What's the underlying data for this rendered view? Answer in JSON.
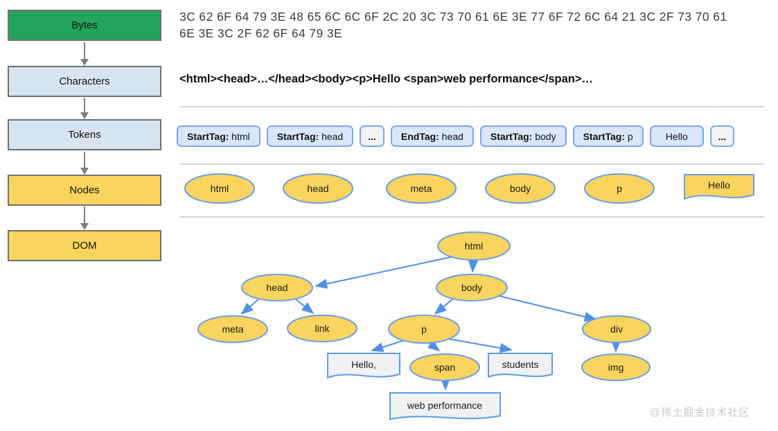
{
  "pipeline": {
    "steps": [
      "Bytes",
      "Characters",
      "Tokens",
      "Nodes",
      "DOM"
    ]
  },
  "bytes": {
    "line1": "3C 62 6F 64 79 3E 48 65 6C 6C 6F 2C 20 3C 73 70 61 6E 3E 77 6F 72 6C 64 21 3C 2F 73 70 61",
    "line2": "6E 3E 3C 2F 62 6F 64 79 3E"
  },
  "characters": {
    "text": "<html><head>…</head><body><p>Hello <span>web performance</span>…"
  },
  "tokens": {
    "items": [
      {
        "tag": "StartTag:",
        "name": " html"
      },
      {
        "tag": "StartTag:",
        "name": " head"
      },
      {
        "tag": "",
        "name": "..."
      },
      {
        "tag": "EndTag:",
        "name": " head"
      },
      {
        "tag": "StartTag:",
        "name": " body"
      },
      {
        "tag": "StartTag:",
        "name": " p"
      },
      {
        "tag": "",
        "name": "Hello"
      },
      {
        "tag": "",
        "name": "..."
      }
    ]
  },
  "nodes_row": {
    "items": [
      "html",
      "head",
      "meta",
      "body",
      "p",
      "Hello"
    ]
  },
  "dom_tree": {
    "labels": {
      "html": "html",
      "head": "head",
      "body": "body",
      "meta": "meta",
      "link": "link",
      "p": "p",
      "div": "div",
      "span": "span",
      "img": "img",
      "hello_text": "Hello,",
      "students_text": "students",
      "webperf_text": "web performance"
    },
    "edges": [
      [
        "html",
        "head"
      ],
      [
        "html",
        "body"
      ],
      [
        "head",
        "meta"
      ],
      [
        "head",
        "link"
      ],
      [
        "body",
        "p"
      ],
      [
        "body",
        "div"
      ],
      [
        "p",
        "hello_text"
      ],
      [
        "p",
        "span"
      ],
      [
        "p",
        "students_text"
      ],
      [
        "span",
        "webperf_text"
      ],
      [
        "div",
        "img"
      ]
    ]
  },
  "watermark": {
    "text": "@稀土掘金技术社区"
  },
  "colors": {
    "green": "#23a45c",
    "light_blue": "#d8e4f2",
    "yellow": "#fad55e",
    "token_fill": "#d9e7fb",
    "token_border": "#7aa6f0",
    "tree_blue": "#4f90e8",
    "gray_border": "#6f6f6f",
    "text_node_fill": "#eff1f2",
    "divider": "#d6d6d6"
  }
}
